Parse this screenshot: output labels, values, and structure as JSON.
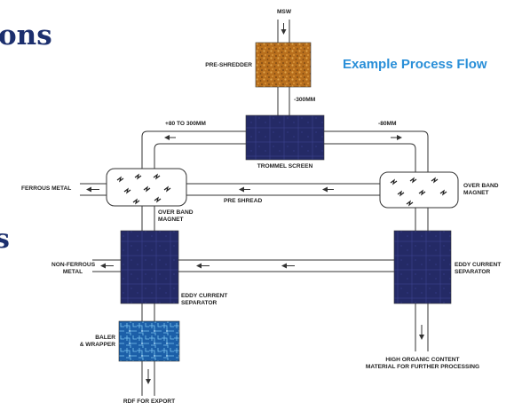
{
  "page": {
    "partial_heading": "ons",
    "partial_letter": "s",
    "title": "Example Process Flow"
  },
  "labels": {
    "msw": "MSW",
    "pre_shredder": "PRE-SHREDDER",
    "minus_300": "-300MM",
    "plus_80_300": "+80 TO 300MM",
    "minus_80": "-80MM",
    "trommel": "TROMMEL SCREEN",
    "ferrous": "FERROUS METAL",
    "pre_shread": "PRE SHREAD",
    "over_band_left": "OVER BAND\nMAGNET",
    "over_band_right": "OVER BAND\nMAGNET",
    "non_ferrous": "NON-FERROUS\nMETAL",
    "eddy_left": "EDDY CURRENT\nSEPARATOR",
    "eddy_right": "EDDY CURRENT\nSEPARATOR",
    "baler": "BALER\n& WRAPPER",
    "rdf": "RDF FOR EXPORT",
    "high_organic": "HIGH ORGANIC CONTENT\nMATERIAL FOR FURTHER PROCESSING"
  },
  "colors": {
    "title_blue": "#2a8fd8",
    "heading_navy": "#1c2f6e",
    "panel_navy": "#242a66",
    "shredder_orange": "#c8812a",
    "baler_blue": "#1f72b8",
    "line": "#333333"
  }
}
